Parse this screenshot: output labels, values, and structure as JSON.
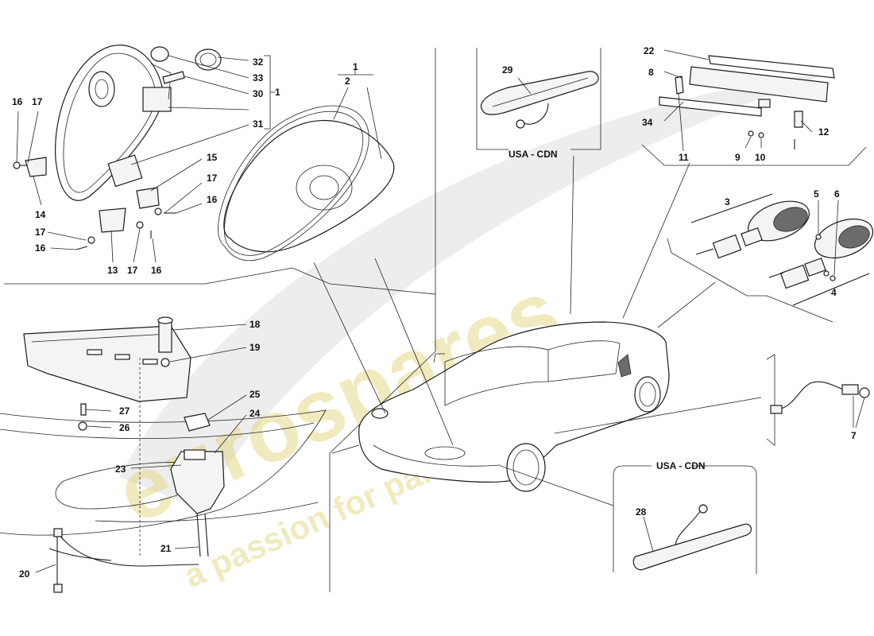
{
  "watermark": {
    "brand": "eurospares",
    "tagline": "a passion for parts since 1985"
  },
  "regions": {
    "usa_cdn_top": "USA - CDN",
    "usa_cdn_bottom": "USA - CDN"
  },
  "callouts": {
    "c1a": "1",
    "c1b": "1",
    "c2": "2",
    "c3": "3",
    "c4": "4",
    "c5": "5",
    "c6": "6",
    "c7": "7",
    "c8": "8",
    "c9": "9",
    "c10": "10",
    "c11": "11",
    "c12": "12",
    "c13": "13",
    "c14": "14",
    "c15": "15",
    "c16a": "16",
    "c16b": "16",
    "c16c": "16",
    "c16d": "16",
    "c17a": "17",
    "c17b": "17",
    "c17c": "17",
    "c17d": "17",
    "c18": "18",
    "c19": "19",
    "c20": "20",
    "c21": "21",
    "c22": "22",
    "c23": "23",
    "c24": "24",
    "c25": "25",
    "c26": "26",
    "c27": "27",
    "c28": "28",
    "c29": "29",
    "c30": "30",
    "c31": "31",
    "c32": "32",
    "c33": "33",
    "c34": "34"
  },
  "colors": {
    "line": "#1a1a1a",
    "watermark_text": "#e4d98a",
    "background": "#ffffff"
  }
}
